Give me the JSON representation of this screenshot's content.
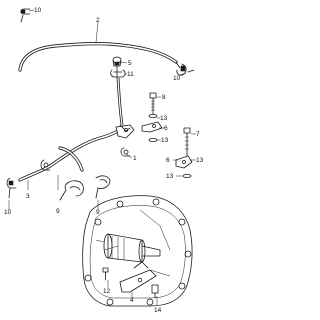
{
  "diagram": {
    "callouts": [
      {
        "id": "c1",
        "text": "1"
      },
      {
        "id": "c2",
        "text": "2"
      },
      {
        "id": "c3",
        "text": "3"
      },
      {
        "id": "c4",
        "text": "4"
      },
      {
        "id": "c5",
        "text": "5"
      },
      {
        "id": "c6a",
        "text": "6"
      },
      {
        "id": "c6b",
        "text": "6"
      },
      {
        "id": "c7",
        "text": "7"
      },
      {
        "id": "c8",
        "text": "8"
      },
      {
        "id": "c9a",
        "text": "9"
      },
      {
        "id": "c9b",
        "text": "9"
      },
      {
        "id": "c10a",
        "text": "10"
      },
      {
        "id": "c10b",
        "text": "10"
      },
      {
        "id": "c10c",
        "text": "10"
      },
      {
        "id": "c11",
        "text": "11"
      },
      {
        "id": "c12",
        "text": "12"
      },
      {
        "id": "c13a",
        "text": "13"
      },
      {
        "id": "c13b",
        "text": "13"
      },
      {
        "id": "c13c",
        "text": "13"
      },
      {
        "id": "c13d",
        "text": "13"
      },
      {
        "id": "c14",
        "text": "14"
      }
    ]
  }
}
